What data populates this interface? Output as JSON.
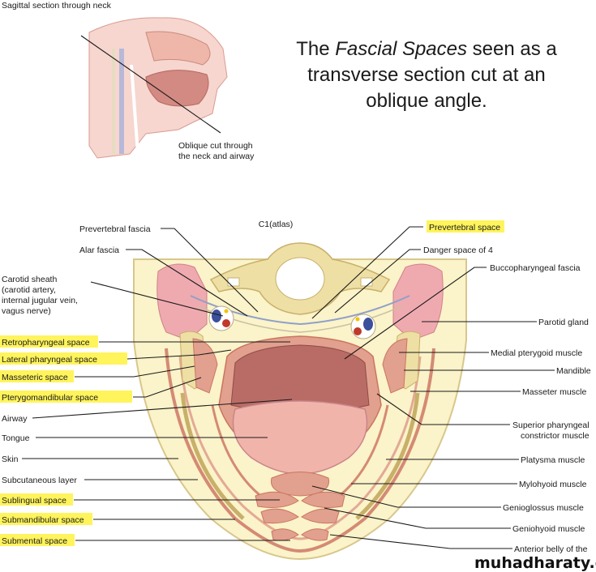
{
  "inset": {
    "caption": "Sagittal section through neck",
    "cut_label_1": "Oblique cut through",
    "cut_label_2": "the neck and airway"
  },
  "title": {
    "line1_pre": "The ",
    "line1_italic": "Fascial Spaces",
    "line1_post": " seen as a",
    "line2": "transverse section cut at an",
    "line3": "oblique angle."
  },
  "labels": {
    "top": {
      "atlas": "C1(atlas)"
    },
    "left": {
      "prevertebral_fascia": "Prevertebral fascia",
      "alar_fascia": "Alar fascia",
      "carotid_1": "Carotid sheath",
      "carotid_2": "(carotid artery,",
      "carotid_3": "internal jugular vein,",
      "carotid_4": "vagus nerve)",
      "retropharyngeal": "Retropharyngeal space",
      "lateral_pharyngeal": "Lateral pharyngeal space",
      "masseteric": "Masseteric space",
      "pterygomandibular": "Pterygomandibular space",
      "airway": "Airway",
      "tongue": "Tongue",
      "skin": "Skin",
      "subcutaneous": "Subcutaneous layer",
      "sublingual": "Sublingual space",
      "submandibular": "Submandibular space",
      "submental": "Submental space"
    },
    "right": {
      "prevertebral_space": "Prevertebral space",
      "danger_space": "Danger space of 4",
      "buccopharyngeal": "Buccopharyngeal fascia",
      "parotid": "Parotid gland",
      "medial_pterygoid": "Medial pterygoid muscle",
      "mandible": "Mandible",
      "masseter": "Masseter muscle",
      "sup_constrictor_1": "Superior pharyngeal",
      "sup_constrictor_2": "constrictor muscle",
      "platysma": "Platysma muscle",
      "mylohyoid": "Mylohyoid muscle",
      "genioglossus": "Genioglossus muscle",
      "geniohyoid": "Geniohyoid muscle",
      "ant_digastric": "Anterior belly of the"
    }
  },
  "watermark": "muhadharaty.com",
  "colors": {
    "highlight": "#fff45c",
    "skin": "#fbf3c9",
    "bone": "#eedfa5",
    "muscle": "#e2a08f",
    "muscle_dark": "#c9765f",
    "gland": "#efaab0",
    "airway": "#b96c66"
  }
}
